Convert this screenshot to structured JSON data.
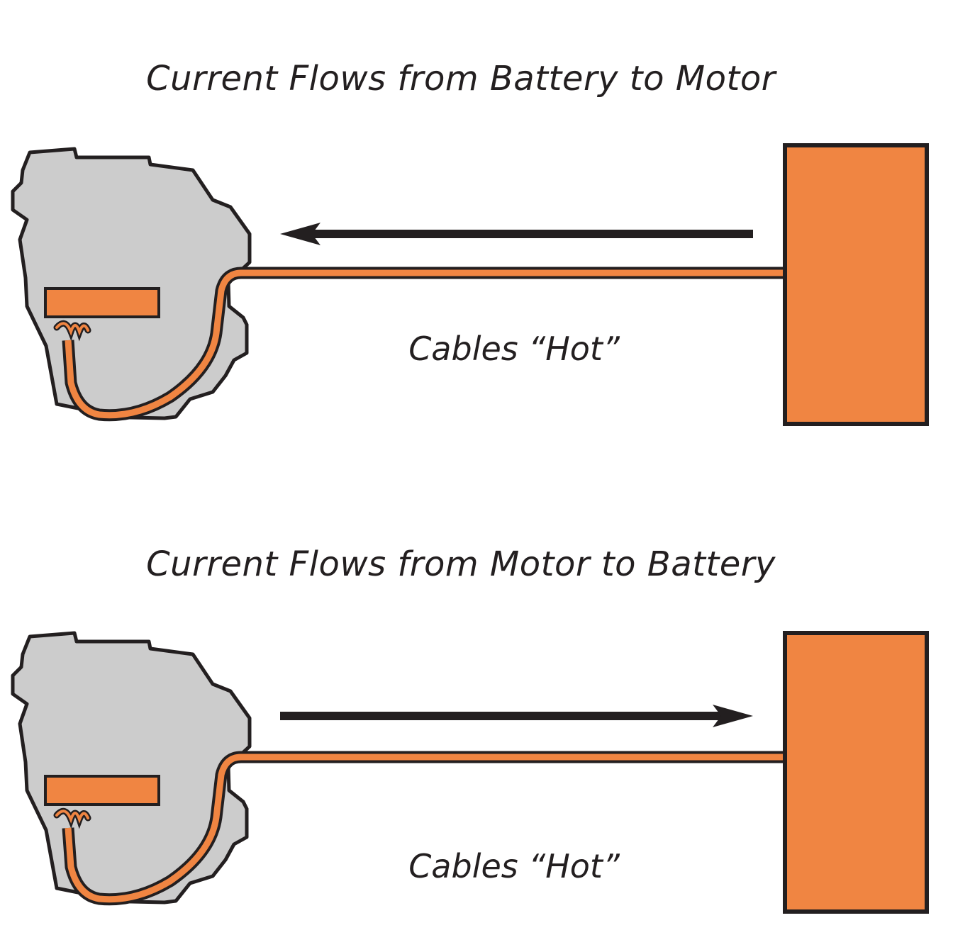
{
  "colors": {
    "engine_fill": "#cccccc",
    "outline": "#231f20",
    "cable": "#f08542",
    "battery": "#f08542",
    "arrow": "#231f20"
  },
  "panels": [
    {
      "heading": "Current Flows from Battery to Motor",
      "caption": "Cables “Hot”",
      "flow_direction": "battery-to-motor"
    },
    {
      "heading": "Current Flows from Motor to Battery",
      "caption": "Cables “Hot”",
      "flow_direction": "motor-to-battery"
    }
  ]
}
